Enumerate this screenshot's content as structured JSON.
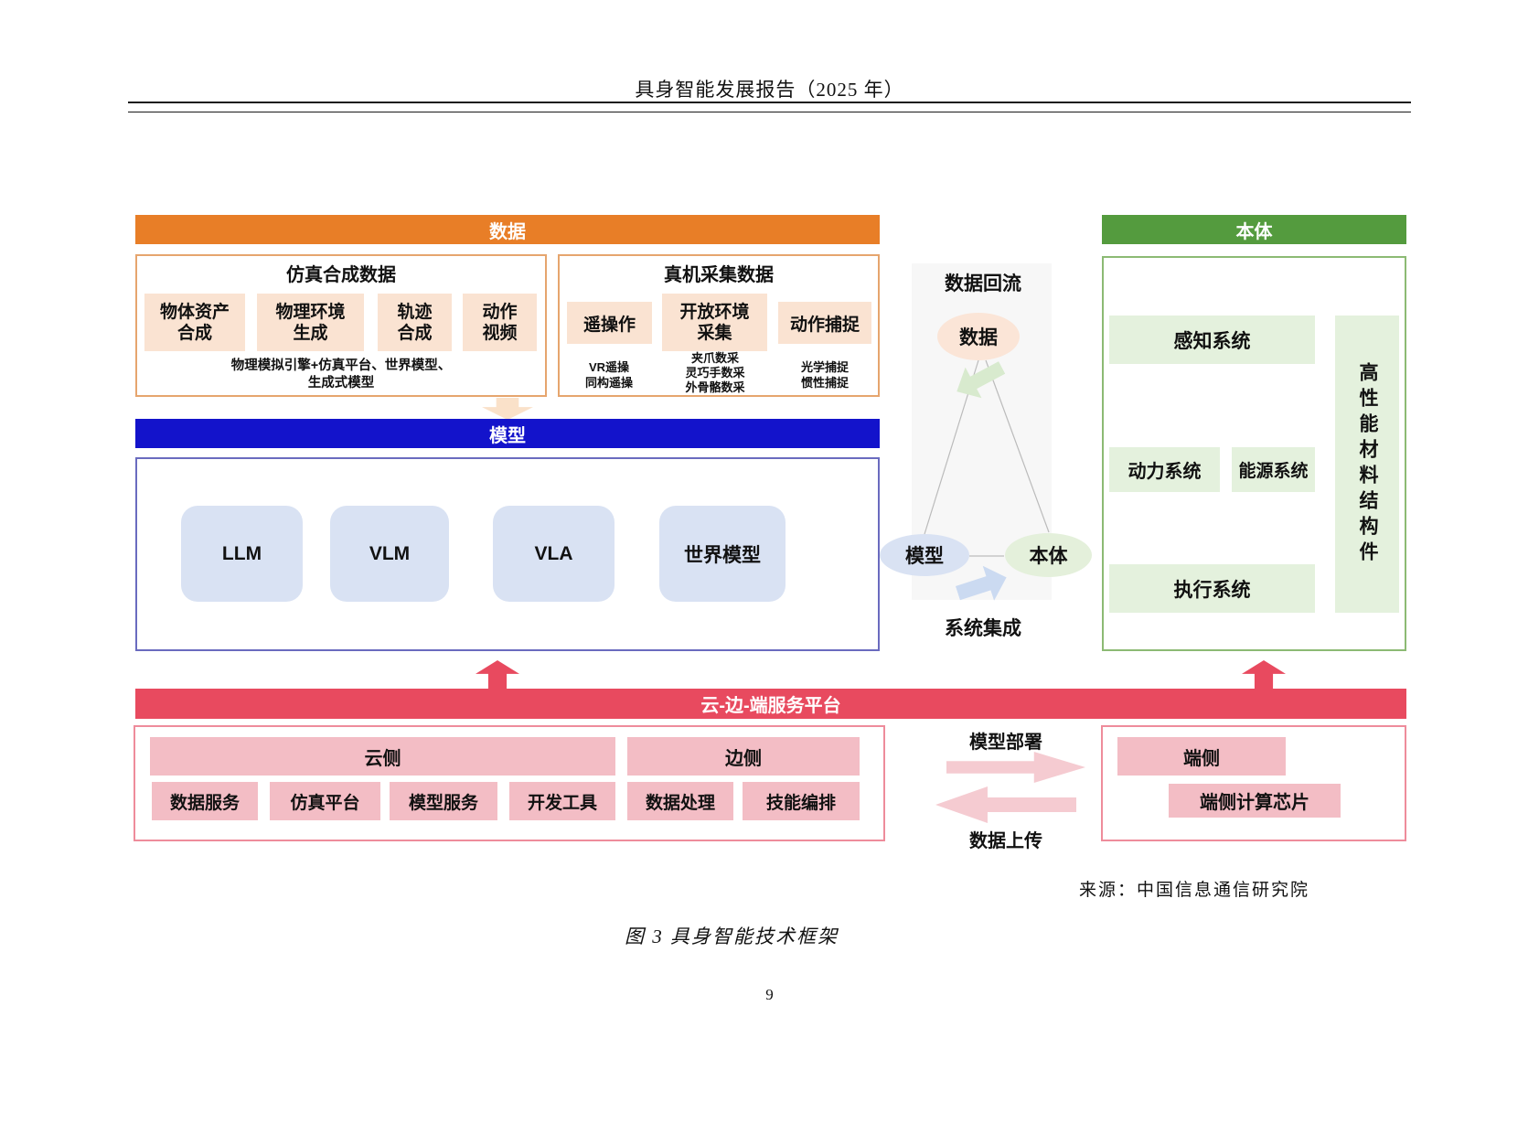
{
  "doc": {
    "header_title": "具身智能发展报告（2025 年）",
    "source": "来源：中国信息通信研究院",
    "caption": "图 3 具身智能技术框架",
    "page_number": "9"
  },
  "data_section": {
    "title": "数据",
    "sim": {
      "title": "仿真合成数据",
      "items": [
        "物体资产\n合成",
        "物理环境\n生成",
        "轨迹\n合成",
        "动作\n视频"
      ],
      "note": "物理模拟引擎+仿真平台、世界模型、\n生成式模型"
    },
    "real": {
      "title": "真机采集数据",
      "items": [
        {
          "label": "遥操作",
          "sub": "VR遥操\n同构遥操"
        },
        {
          "label": "开放环境\n采集",
          "sub": "夹爪数采\n灵巧手数采\n外骨骼数采"
        },
        {
          "label": "动作捕捉",
          "sub": "光学捕捉\n惯性捕捉"
        }
      ]
    }
  },
  "model_section": {
    "title": "模型",
    "items": [
      "LLM",
      "VLM",
      "VLA",
      "世界模型"
    ]
  },
  "loop": {
    "top_label": "数据回流",
    "bottom_label": "系统集成",
    "data_node": "数据",
    "model_node": "模型",
    "body_node": "本体"
  },
  "body_section": {
    "title": "本体",
    "perception": "感知系统",
    "power": "动力系统",
    "energy": "能源系统",
    "execution": "执行系统",
    "material": "高性能材料结构件"
  },
  "platform_section": {
    "title": "云-边-端服务平台",
    "cloud": {
      "title": "云侧",
      "items": [
        "数据服务",
        "仿真平台",
        "模型服务",
        "开发工具"
      ]
    },
    "edge": {
      "title": "边侧",
      "items": [
        "数据处理",
        "技能编排"
      ]
    },
    "device": {
      "title": "端侧",
      "chip": "端侧计算芯片"
    },
    "deploy_label": "模型部署",
    "upload_label": "数据上传"
  },
  "colors": {
    "data_orange": "#E87E27",
    "model_blue": "#1313CB",
    "body_green": "#549B3E",
    "platform_red": "#E84A5F",
    "peach_fill": "#FAE3D2",
    "light_blue_fill": "#D9E2F3",
    "light_green_fill": "#E4F1DD",
    "pink_fill": "#F3BDC5"
  }
}
